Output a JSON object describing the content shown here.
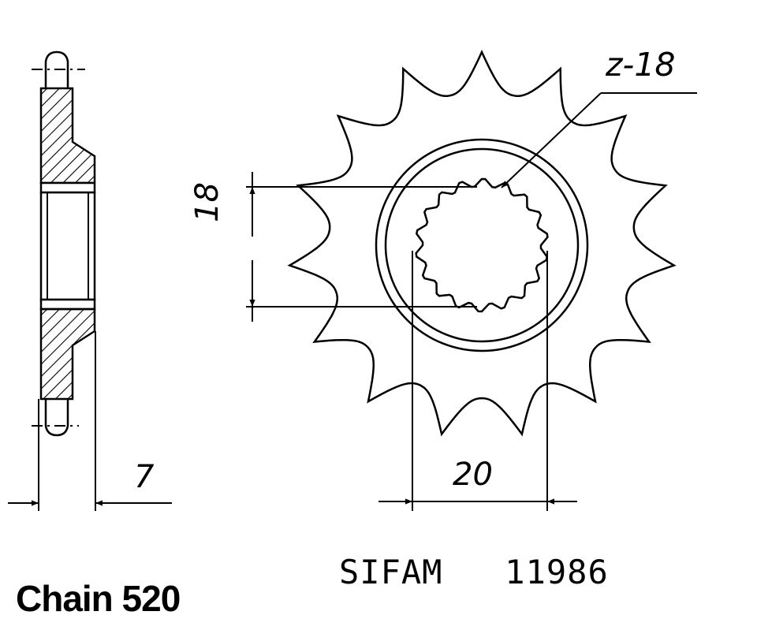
{
  "diagram": {
    "tooth_label": "z-18",
    "dim_spline_height": "18",
    "dim_width": "7",
    "dim_spline_width": "20",
    "caption_brand": "SIFAM",
    "caption_code": "11986",
    "footer": "Chain 520",
    "teeth_count": 15,
    "spline_count": 18
  },
  "colors": {
    "line": "#000000",
    "background": "#ffffff"
  }
}
